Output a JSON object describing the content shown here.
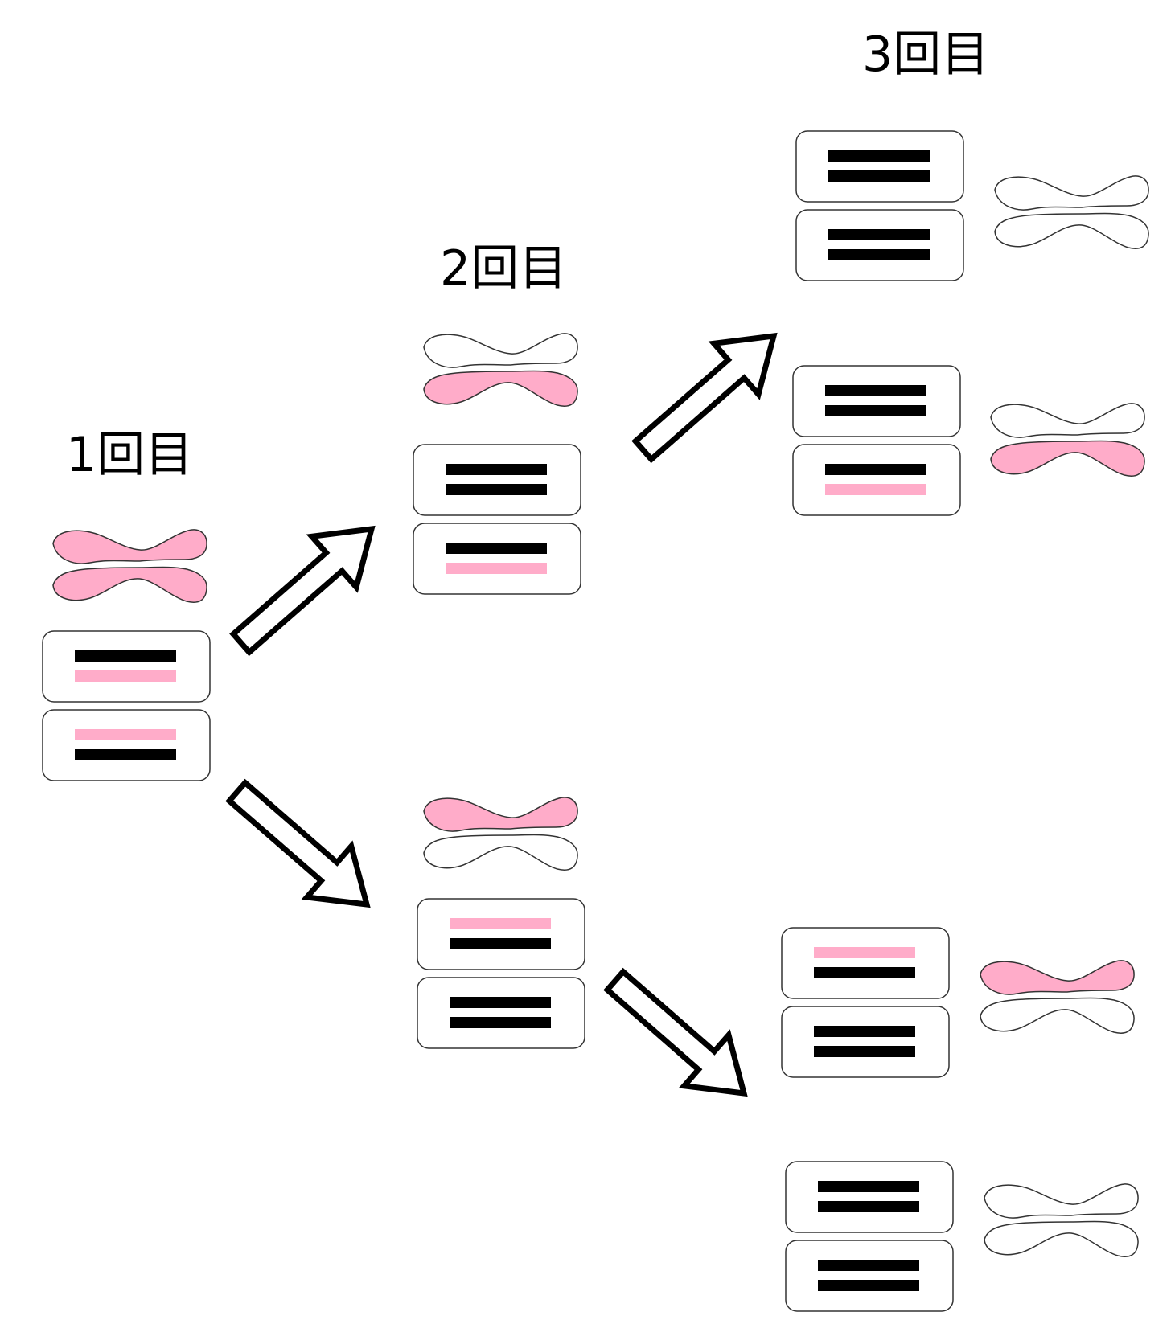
{
  "labels": {
    "gen1": "1回目",
    "gen2": "2回目",
    "gen3": "3回目"
  },
  "colors": {
    "pink": "#ffacc9",
    "black": "#000000",
    "outline": "#333333",
    "white": "#ffffff"
  },
  "cells": [
    {
      "id": "g1",
      "chromosome": [
        "pink",
        "pink"
      ],
      "boxes": [
        [
          "black",
          "pink"
        ],
        [
          "pink",
          "black"
        ]
      ]
    },
    {
      "id": "g2-top",
      "chromosome": [
        "white",
        "pink"
      ],
      "boxes": [
        [
          "black",
          "black"
        ],
        [
          "black",
          "pink"
        ]
      ]
    },
    {
      "id": "g2-bottom",
      "chromosome": [
        "pink",
        "white"
      ],
      "boxes": [
        [
          "pink",
          "black"
        ],
        [
          "black",
          "black"
        ]
      ]
    },
    {
      "id": "g3-a",
      "chromosome": [
        "white",
        "white"
      ],
      "boxes": [
        [
          "black",
          "black"
        ],
        [
          "black",
          "black"
        ]
      ]
    },
    {
      "id": "g3-b",
      "chromosome": [
        "white",
        "pink"
      ],
      "boxes": [
        [
          "black",
          "black"
        ],
        [
          "black",
          "pink"
        ]
      ]
    },
    {
      "id": "g3-c",
      "chromosome": [
        "pink",
        "white"
      ],
      "boxes": [
        [
          "pink",
          "black"
        ],
        [
          "black",
          "black"
        ]
      ]
    },
    {
      "id": "g3-d",
      "chromosome": [
        "white",
        "white"
      ],
      "boxes": [
        [
          "black",
          "black"
        ],
        [
          "black",
          "black"
        ]
      ]
    }
  ]
}
